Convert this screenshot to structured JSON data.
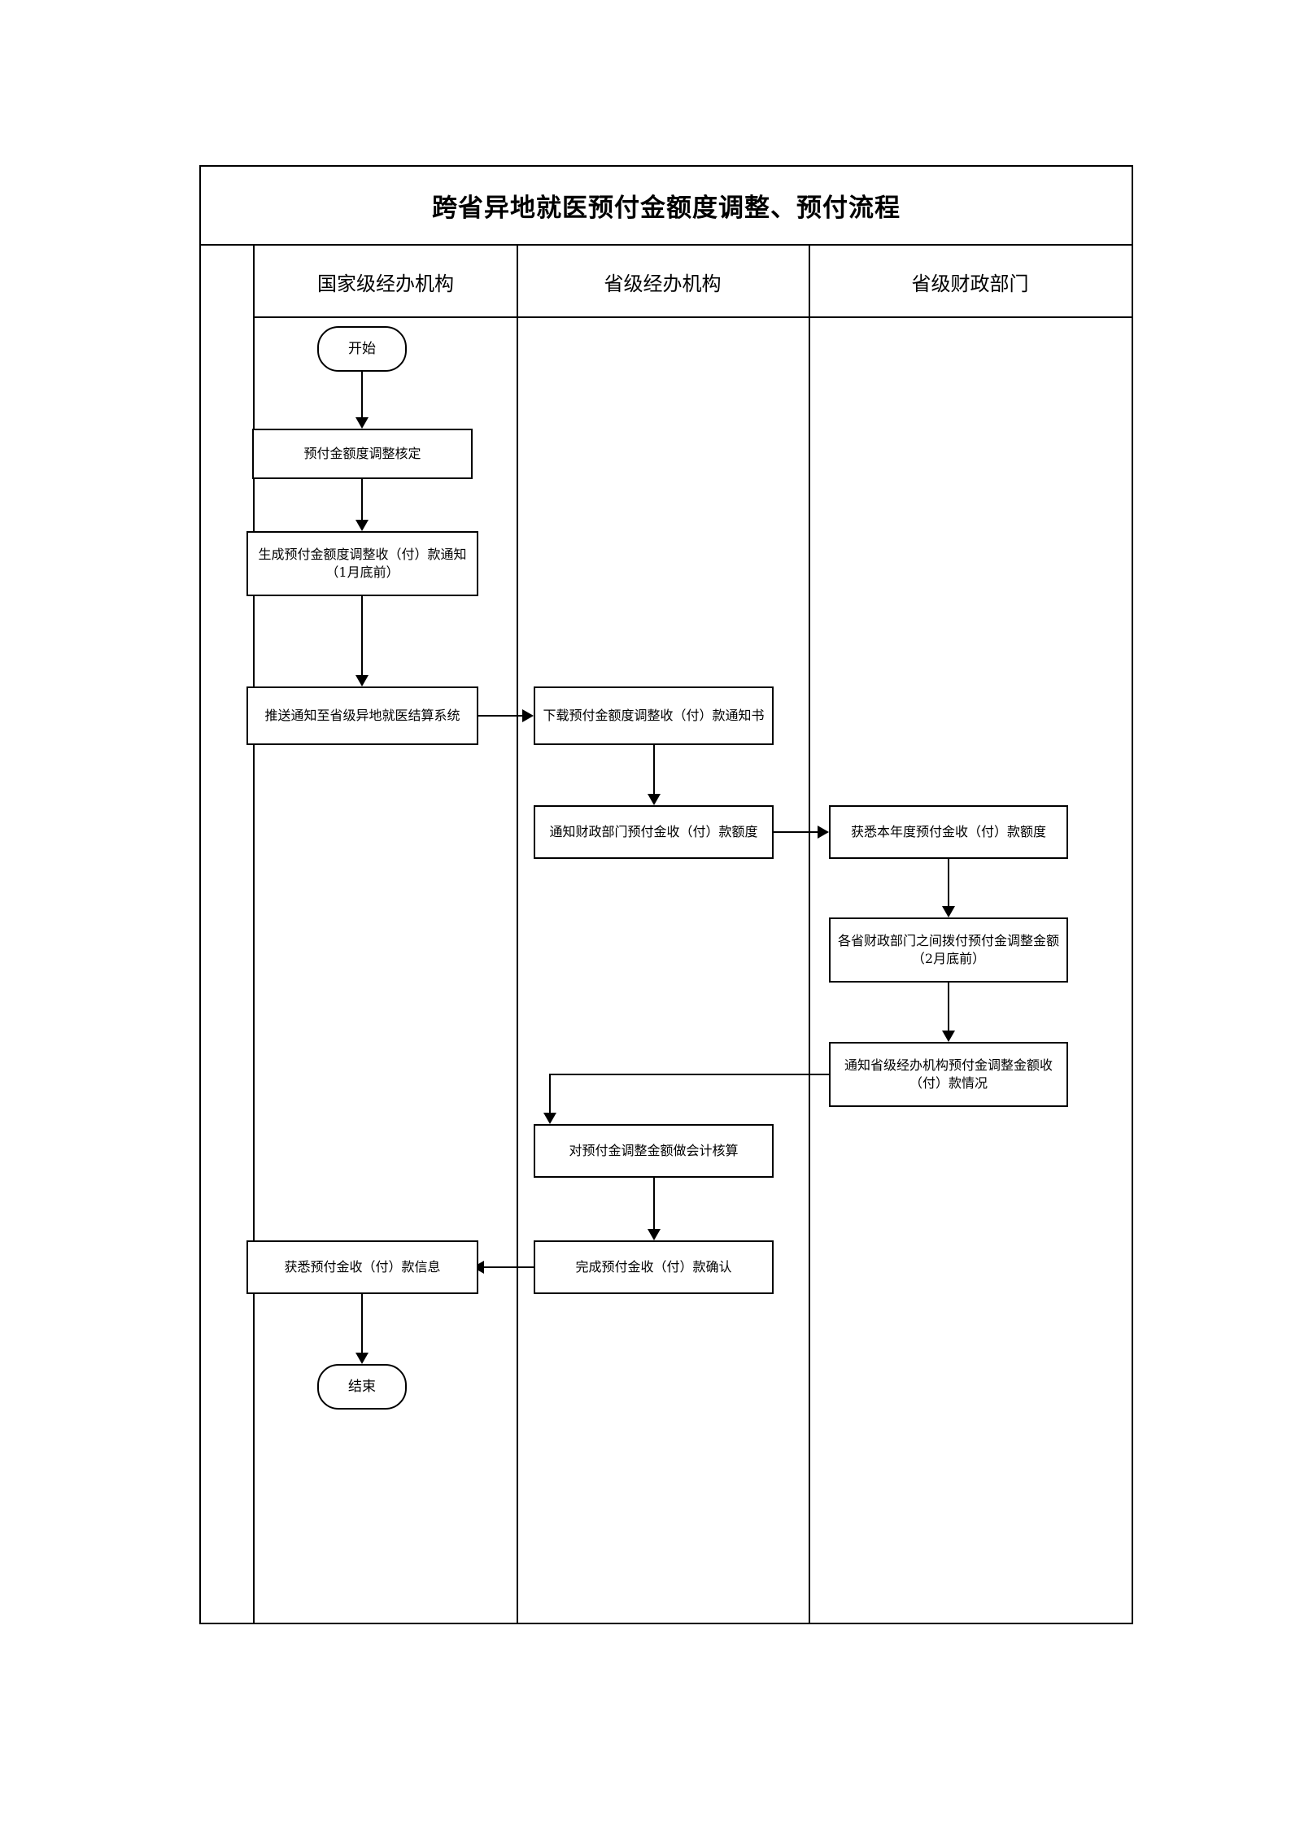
{
  "document": {
    "title": "跨省异地就医预付金额度调整、预付流程"
  },
  "lanes": [
    {
      "id": "national",
      "label": "国家级经办机构"
    },
    {
      "id": "provincial-agency",
      "label": "省级经办机构"
    },
    {
      "id": "provincial-finance",
      "label": "省级财政部门"
    }
  ],
  "chart_data": {
    "type": "flowchart",
    "title": "跨省异地就医预付金额度调整、预付流程",
    "lanes": [
      "国家级经办机构",
      "省级经办机构",
      "省级财政部门"
    ],
    "nodes": [
      {
        "id": "start",
        "lane": "国家级经办机构",
        "shape": "terminator",
        "label": "开始"
      },
      {
        "id": "n1",
        "lane": "国家级经办机构",
        "shape": "process",
        "label": "预付金额度调整核定"
      },
      {
        "id": "n2",
        "lane": "国家级经办机构",
        "shape": "process",
        "label": "生成预付金额度调整收（付）款通知（1月底前）"
      },
      {
        "id": "n3",
        "lane": "国家级经办机构",
        "shape": "process",
        "label": "推送通知至省级异地就医结算系统"
      },
      {
        "id": "n4",
        "lane": "省级经办机构",
        "shape": "process",
        "label": "下载预付金额度调整收（付）款通知书"
      },
      {
        "id": "n5",
        "lane": "省级经办机构",
        "shape": "process",
        "label": "通知财政部门预付金收（付）款额度"
      },
      {
        "id": "n6",
        "lane": "省级财政部门",
        "shape": "process",
        "label": "获悉本年度预付金收（付）款额度"
      },
      {
        "id": "n7",
        "lane": "省级财政部门",
        "shape": "process",
        "label": "各省财政部门之间拨付预付金调整金额（2月底前）"
      },
      {
        "id": "n8",
        "lane": "省级财政部门",
        "shape": "process",
        "label": "通知省级经办机构预付金调整金额收（付）款情况"
      },
      {
        "id": "n9",
        "lane": "省级经办机构",
        "shape": "process",
        "label": "对预付金调整金额做会计核算"
      },
      {
        "id": "n10",
        "lane": "省级经办机构",
        "shape": "process",
        "label": "完成预付金收（付）款确认"
      },
      {
        "id": "n11",
        "lane": "国家级经办机构",
        "shape": "process",
        "label": "获悉预付金收（付）款信息"
      },
      {
        "id": "end",
        "lane": "国家级经办机构",
        "shape": "terminator",
        "label": "结束"
      }
    ],
    "edges": [
      {
        "from": "start",
        "to": "n1",
        "direction": "down"
      },
      {
        "from": "n1",
        "to": "n2",
        "direction": "down"
      },
      {
        "from": "n2",
        "to": "n3",
        "direction": "down"
      },
      {
        "from": "n3",
        "to": "n4",
        "direction": "right"
      },
      {
        "from": "n4",
        "to": "n5",
        "direction": "down"
      },
      {
        "from": "n5",
        "to": "n6",
        "direction": "right"
      },
      {
        "from": "n6",
        "to": "n7",
        "direction": "down"
      },
      {
        "from": "n7",
        "to": "n8",
        "direction": "down"
      },
      {
        "from": "n8",
        "to": "n9",
        "direction": "left-down"
      },
      {
        "from": "n9",
        "to": "n10",
        "direction": "down"
      },
      {
        "from": "n10",
        "to": "n11",
        "direction": "left"
      },
      {
        "from": "n11",
        "to": "end",
        "direction": "down"
      }
    ]
  },
  "nodes": {
    "start": "开始",
    "n1": "预付金额度调整核定",
    "n2_line1": "生成预付金额度调整收（付）款通知",
    "n2_line2": "（1月底前）",
    "n3": "推送通知至省级异地就医结算系统",
    "n4": "下载预付金额度调整收（付）款通知书",
    "n5": "通知财政部门预付金收（付）款额度",
    "n6": "获悉本年度预付金收（付）款额度",
    "n7_line1": "各省财政部门之间拨付预付金调整金额",
    "n7_line2": "（2月底前）",
    "n8_line1": "通知省级经办机构预付金调整金额收",
    "n8_line2": "（付）款情况",
    "n9": "对预付金调整金额做会计核算",
    "n10": "完成预付金收（付）款确认",
    "n11": "获悉预付金收（付）款信息",
    "end": "结束"
  },
  "colors": {
    "line": "#000000",
    "background": "#ffffff",
    "text": "#000000"
  }
}
